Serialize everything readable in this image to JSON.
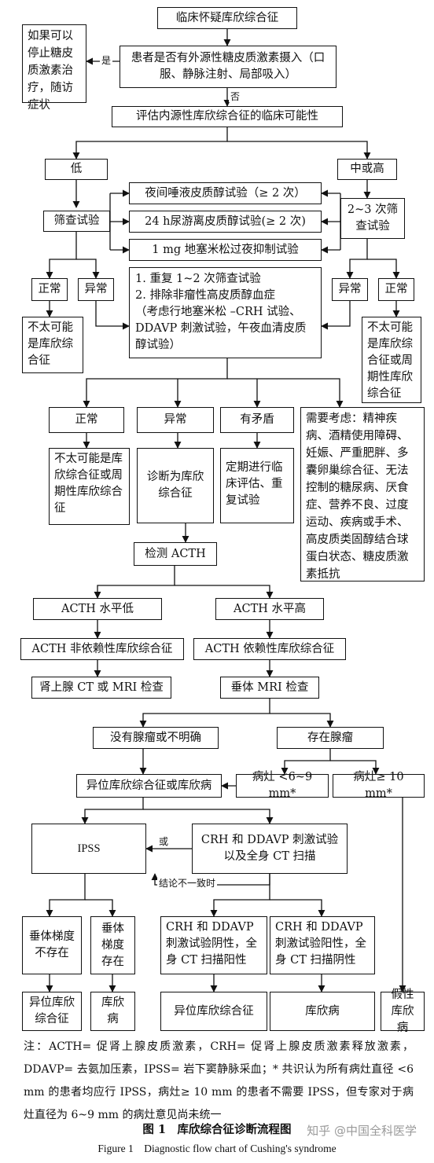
{
  "nodes": {
    "n_suspect": "临床怀疑库欣综合征",
    "n_exogenous": "患者是否有外源性糖皮质激素摄入（口服、静脉注射、局部吸入）",
    "n_stop": "如果可以停止糖皮质激素治疗，随访症状",
    "n_assess": "评估内源性库欣综合征的临床可能性",
    "n_low": "低",
    "n_midhigh": "中或高",
    "n_screen": "筛查试验",
    "n_screen23": "2~3 次筛查试验",
    "n_saliva": "夜间唾液皮质醇试验（≥ 2 次）",
    "n_urine": "24 h尿游离皮质醇试验(≥ 2 次)",
    "n_dex": "1 mg 地塞米松过夜抑制试验",
    "n_normal_l": "正常",
    "n_abnormal_l": "异常",
    "n_abnormal_r": "异常",
    "n_normal_r": "正常",
    "n_unlikely_l": "不太可能是库欣综合征",
    "n_unlikely_r": "不太可能是库欣综合征或周期性库欣综合征",
    "n_repeat_1": "1. 重复 1~2 次筛查试验",
    "n_repeat_2": "2. 排除非瘤性高皮质醇血症",
    "n_repeat_3": "（考虑行地塞米松 –CRH 试验、DDAVP 刺激试验，午夜血清皮质醇试验）",
    "n_normal2": "正常",
    "n_abnormal2": "异常",
    "n_conflict": "有矛盾",
    "n_unlikely2": "不太可能是库欣综合征或周期性库欣综合征",
    "n_diagnose": "诊断为库欣综合征",
    "n_followup": "定期进行临床评估、重复试验",
    "n_consider": "需要考虑：精神疾病、酒精使用障碍、妊娠、严重肥胖、多囊卵巢综合征、无法控制的糖尿病、厌食症、营养不良、过度运动、疾病或手术、高皮质类固醇结合球蛋白状态、糖皮质激素抵抗",
    "n_acth": "检测 ACTH",
    "n_acth_low": "ACTH 水平低",
    "n_acth_high": "ACTH 水平高",
    "n_indep": "ACTH 非依赖性库欣综合征",
    "n_dep": "ACTH 依赖性库欣综合征",
    "n_adrenal": "肾上腺 CT 或 MRI 检查",
    "n_pit_mri": "垂体 MRI 检查",
    "n_no_adenoma": "没有腺瘤或不明确",
    "n_adenoma": "存在腺瘤",
    "n_ectopic_or": "异位库欣综合征或库欣病",
    "n_lesion_small": "病灶 <6~9 mm*",
    "n_lesion_big": "病灶≥ 10 mm*",
    "n_ipss": "IPSS",
    "n_crh_test": "CRH 和 DDAVP 刺激试验以及全身 CT 扫描",
    "n_no_grad": "垂体梯度不存在",
    "n_grad": "垂体梯度存在",
    "n_neg": "CRH 和 DDAVP 刺激试验阴性，全身 CT 扫描阳性",
    "n_pos": "CRH 和 DDAVP 刺激试验阳性，全身 CT 扫描阴性",
    "n_ectopic1": "异位库欣综合征",
    "n_cushing_dz1": "库欣病",
    "n_ectopic2": "异位库欣综合征",
    "n_cushing_dz2": "库欣病",
    "n_pseudo": "假性库欣病"
  },
  "labels": {
    "yes": "是",
    "no": "否",
    "or": "或",
    "inconsistent": "结论不一致时"
  },
  "footnote": "注：ACTH= 促肾上腺皮质激素，CRH= 促肾上腺皮质激素释放激素，DDAVP= 去氨加压素，IPSS= 岩下窦静脉采血；* 共识认为所有病灶直径 <6 mm 的患者均应行 IPSS，病灶≥ 10 mm 的患者不需要 IPSS，但专家对于病灶直径为 6~9 mm 的病灶意见尚未统一",
  "caption_cn": "图 1　库欣综合征诊断流程图",
  "caption_en": "Figure 1　Diagnostic flow chart of Cushing's syndrome",
  "watermark": "知乎 @中国全科医学"
}
